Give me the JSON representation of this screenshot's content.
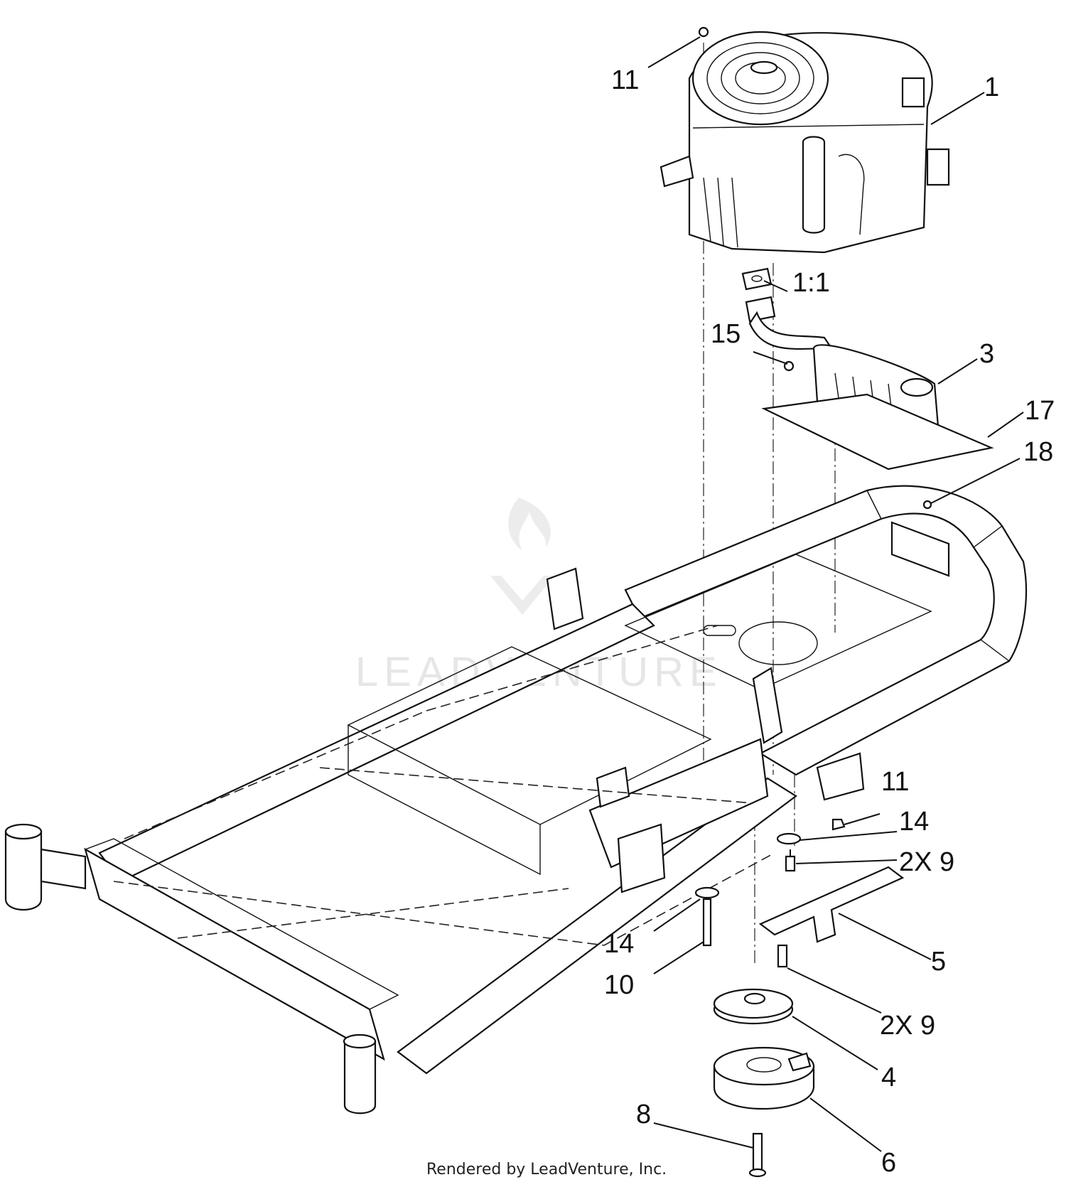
{
  "callouts": {
    "c1": "1",
    "c1_1": "1:1",
    "c3": "3",
    "c4": "4",
    "c5": "5",
    "c6": "6",
    "c8": "8",
    "c10": "10",
    "c11_top": "11",
    "c11_mid": "11",
    "c14_right": "14",
    "c14_left": "14",
    "c15": "15",
    "c17": "17",
    "c18": "18",
    "c2x9_top": "2X 9",
    "c2x9_bottom": "2X 9"
  },
  "watermark": "LEADVENTURE",
  "footer": "Rendered by LeadVenture, Inc."
}
